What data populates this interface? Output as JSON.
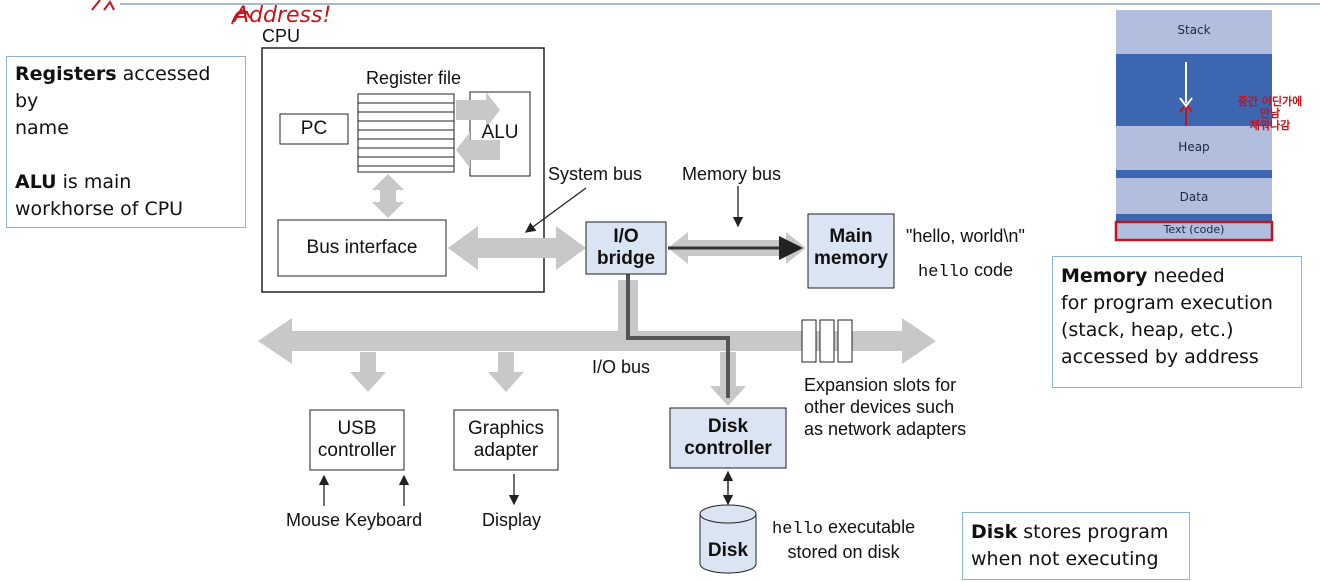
{
  "handwriting_top": "Address!",
  "cpu": {
    "title": "CPU",
    "register_file": "Register file",
    "pc": "PC",
    "alu": "ALU",
    "bus_interface": "Bus interface"
  },
  "buses": {
    "system_bus": "System bus",
    "memory_bus": "Memory bus",
    "io_bus": "I/O bus"
  },
  "io_bridge": {
    "line1": "I/O",
    "line2": "bridge"
  },
  "main_memory": {
    "line1": "Main",
    "line2": "memory"
  },
  "memory_contents": {
    "string": "\"hello, world\\n\"",
    "code_mono": "hello",
    "code_rest": " code"
  },
  "expansion": {
    "line1": "Expansion slots for",
    "line2": "other devices such",
    "line3": "as network adapters"
  },
  "usb": {
    "line1": "USB",
    "line2": "controller"
  },
  "graphics": {
    "line1": "Graphics",
    "line2": "adapter"
  },
  "disk_controller": {
    "line1": "Disk",
    "line2": "controller"
  },
  "devices": {
    "mouse_keyboard": "Mouse Keyboard",
    "display": "Display"
  },
  "disk": {
    "label": "Disk",
    "exec_mono": "hello",
    "exec_rest": " executable",
    "exec_line2": "stored on disk"
  },
  "notes": {
    "registers": {
      "bold": "Registers",
      "rest_line1": " accessed by",
      "line2": "name",
      "alu_bold": "ALU",
      "alu_rest": " is main",
      "line4": "workhorse of CPU"
    },
    "memory": {
      "bold": "Memory",
      "rest_line1": " needed",
      "line2": "for program execution",
      "line3": "(stack, heap, etc.)",
      "line4": "accessed by address"
    },
    "disk": {
      "bold": "Disk",
      "rest_line1": " stores program",
      "line2": "when not executing"
    }
  },
  "memory_layout": {
    "segments": [
      "Stack",
      "Heap",
      "Data",
      "Text (code)"
    ],
    "handwriting": [
      "중간 어딘가에",
      "만남",
      "채워나감"
    ]
  },
  "colors": {
    "box_fill": "#dbe4f3",
    "bus_gray": "#c8c8c8",
    "segment_light": "#b3bedf",
    "segment_dark": "#3c66b0",
    "ink_red": "#c4141c",
    "note_border": "#8fb4cf"
  }
}
